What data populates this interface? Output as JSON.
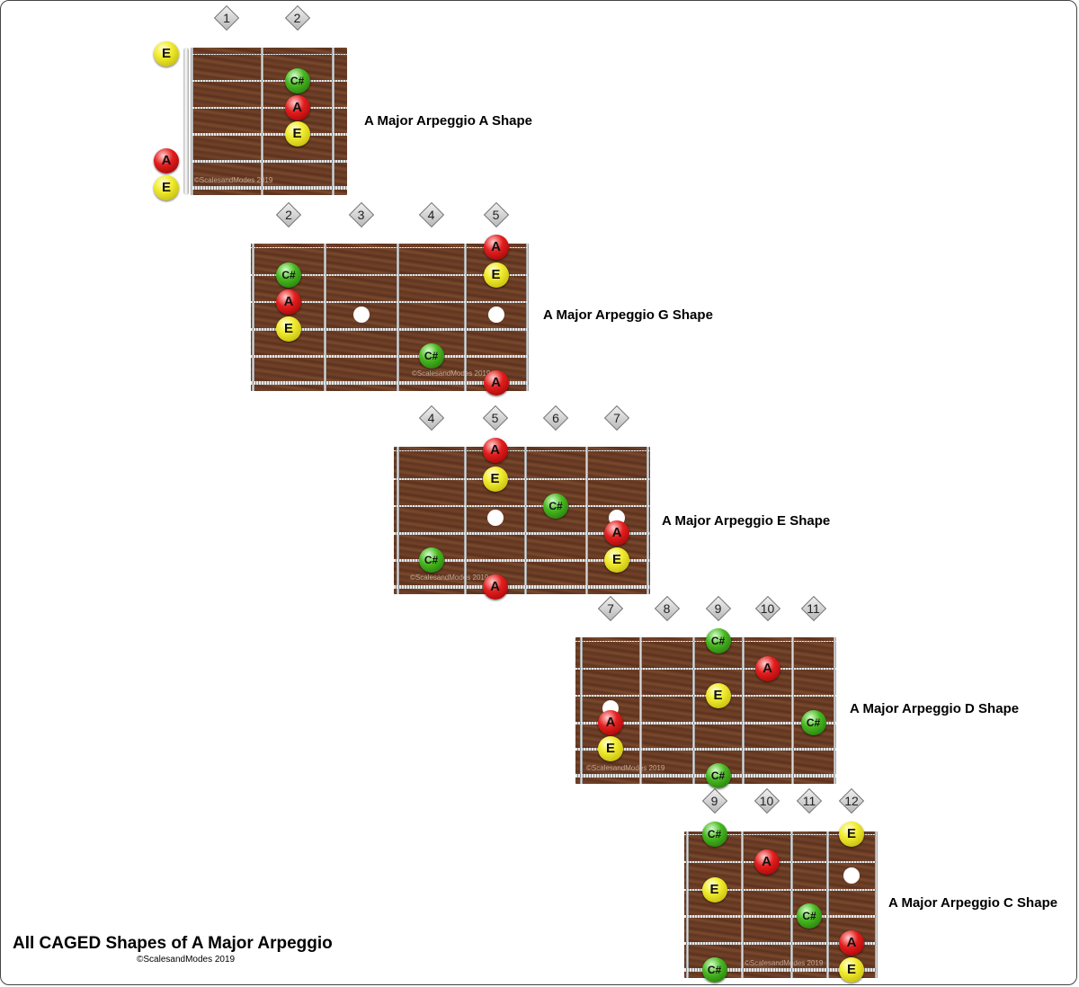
{
  "title": "All CAGED Shapes of A Major Arpeggio",
  "copyright": "©ScalesandModes 2019",
  "note_colors": {
    "E": "#e8e020",
    "A": "#d91c1c",
    "C#": "#3faa1e"
  },
  "diagrams": [
    {
      "label": "A Major Arpeggio A Shape",
      "watermark": "©ScalesandModes 2019",
      "fret_numbers": [
        "1",
        "2"
      ],
      "nut": true,
      "notes": [
        {
          "string": 1,
          "fret": 0,
          "name": "E"
        },
        {
          "string": 2,
          "fret": 2,
          "name": "C#"
        },
        {
          "string": 3,
          "fret": 2,
          "name": "A"
        },
        {
          "string": 4,
          "fret": 2,
          "name": "E"
        },
        {
          "string": 5,
          "fret": 0,
          "name": "A"
        },
        {
          "string": 6,
          "fret": 0,
          "name": "E"
        }
      ],
      "inlays": []
    },
    {
      "label": "A Major Arpeggio G Shape",
      "watermark": "©ScalesandModes 2019",
      "fret_numbers": [
        "2",
        "3",
        "4",
        "5"
      ],
      "nut": false,
      "notes": [
        {
          "string": 1,
          "fret": 5,
          "name": "A"
        },
        {
          "string": 2,
          "fret": 2,
          "name": "C#"
        },
        {
          "string": 2,
          "fret": 5,
          "name": "E"
        },
        {
          "string": 3,
          "fret": 2,
          "name": "A"
        },
        {
          "string": 4,
          "fret": 2,
          "name": "E"
        },
        {
          "string": 5,
          "fret": 4,
          "name": "C#"
        },
        {
          "string": 6,
          "fret": 5,
          "name": "A"
        }
      ],
      "inlays": [
        3,
        5
      ]
    },
    {
      "label": "A Major Arpeggio E Shape",
      "watermark": "©ScalesandModes 2019",
      "fret_numbers": [
        "4",
        "5",
        "6",
        "7"
      ],
      "nut": false,
      "notes": [
        {
          "string": 1,
          "fret": 5,
          "name": "A"
        },
        {
          "string": 2,
          "fret": 5,
          "name": "E"
        },
        {
          "string": 3,
          "fret": 6,
          "name": "C#"
        },
        {
          "string": 4,
          "fret": 7,
          "name": "A"
        },
        {
          "string": 5,
          "fret": 4,
          "name": "C#"
        },
        {
          "string": 5,
          "fret": 7,
          "name": "E"
        },
        {
          "string": 6,
          "fret": 5,
          "name": "A"
        }
      ],
      "inlays": [
        5,
        7
      ]
    },
    {
      "label": "A Major Arpeggio D Shape",
      "watermark": "©ScalesandModes 2019",
      "fret_numbers": [
        "7",
        "8",
        "9",
        "10",
        "11"
      ],
      "nut": false,
      "notes": [
        {
          "string": 1,
          "fret": 9,
          "name": "C#"
        },
        {
          "string": 2,
          "fret": 10,
          "name": "A"
        },
        {
          "string": 3,
          "fret": 9,
          "name": "E"
        },
        {
          "string": 4,
          "fret": 7,
          "name": "A"
        },
        {
          "string": 4,
          "fret": 11,
          "name": "C#"
        },
        {
          "string": 5,
          "fret": 7,
          "name": "E"
        },
        {
          "string": 6,
          "fret": 9,
          "name": "C#"
        }
      ],
      "inlays": [
        7
      ]
    },
    {
      "label": "A Major Arpeggio C Shape",
      "watermark": "©ScalesandModes 2019",
      "fret_numbers": [
        "9",
        "10",
        "11",
        "12"
      ],
      "nut": false,
      "notes": [
        {
          "string": 1,
          "fret": 9,
          "name": "C#"
        },
        {
          "string": 1,
          "fret": 12,
          "name": "E"
        },
        {
          "string": 2,
          "fret": 10,
          "name": "A"
        },
        {
          "string": 3,
          "fret": 9,
          "name": "E"
        },
        {
          "string": 4,
          "fret": 11,
          "name": "C#"
        },
        {
          "string": 5,
          "fret": 12,
          "name": "A"
        },
        {
          "string": 6,
          "fret": 9,
          "name": "C#"
        },
        {
          "string": 6,
          "fret": 12,
          "name": "E"
        }
      ],
      "inlays": [
        12
      ]
    }
  ]
}
